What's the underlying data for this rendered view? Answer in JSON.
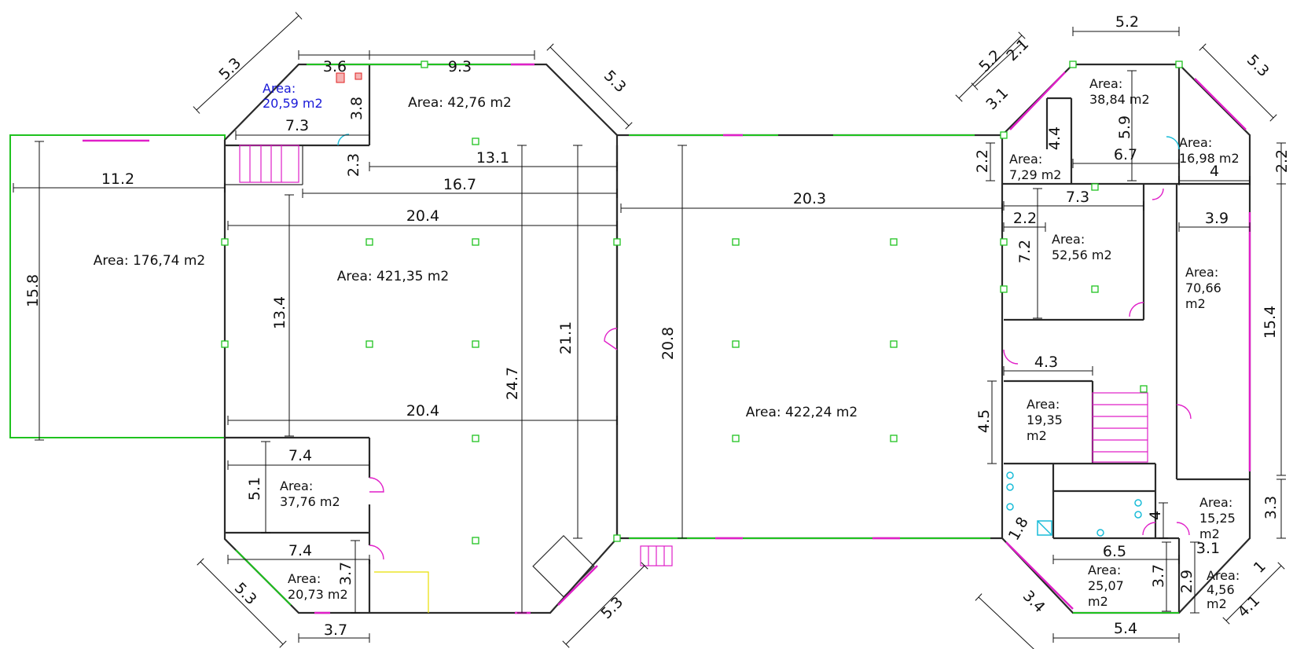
{
  "rooms": [
    {
      "id": "lobby_left",
      "lines": [
        "Area: 176,74 m2"
      ]
    },
    {
      "id": "hall_left",
      "lines": [
        "Area: 421,35 m2"
      ]
    },
    {
      "id": "hall_right",
      "lines": [
        "Area: 422,24 m2"
      ]
    },
    {
      "id": "top_office",
      "lines": [
        "Area: 42,76 m2"
      ]
    },
    {
      "id": "top_small",
      "lines": [
        "Area:",
        "20,59 m2"
      ],
      "color": "#1a1ad8"
    },
    {
      "id": "left_room",
      "lines": [
        "Area:",
        "37,76 m2"
      ]
    },
    {
      "id": "bottom_left",
      "lines": [
        "Area:",
        "20,73 m2"
      ]
    },
    {
      "id": "right_top",
      "lines": [
        "Area:",
        "38,84 m2"
      ]
    },
    {
      "id": "right_corner",
      "lines": [
        "Area:",
        "16,98 m2"
      ]
    },
    {
      "id": "right_tiny",
      "lines": [
        "Area:",
        "7,29 m2"
      ]
    },
    {
      "id": "right_mid",
      "lines": [
        "Area:",
        "52,56 m2"
      ]
    },
    {
      "id": "right_long",
      "lines": [
        "Area:",
        "70,66",
        "m2"
      ]
    },
    {
      "id": "right_stair",
      "lines": [
        "Area:",
        "19,35",
        "m2"
      ]
    },
    {
      "id": "right_lower",
      "lines": [
        "Area:",
        "15,25",
        "m2"
      ]
    },
    {
      "id": "right_bottom",
      "lines": [
        "Area:",
        "25,07",
        "m2"
      ]
    },
    {
      "id": "right_bottom_small",
      "lines": [
        "Area:",
        "4,56",
        "m2"
      ]
    }
  ],
  "dimensions": {
    "d_3_6": "3.6",
    "d_9_3": "9.3",
    "d_5_3_tl": "5.3",
    "d_5_3_tr": "5.3",
    "d_7_3": "7.3",
    "d_3_8": "3.8",
    "d_2_3": "2.3",
    "d_13_1": "13.1",
    "d_16_7": "16.7",
    "d_11_2": "11.2",
    "d_15_8": "15.8",
    "d_20_4_top": "20.4",
    "d_13_4": "13.4",
    "d_24_7": "24.7",
    "d_21_1": "21.1",
    "d_20_8": "20.8",
    "d_20_3": "20.3",
    "d_20_4_bot": "20.4",
    "d_7_4_a": "7.4",
    "d_5_1": "5.1",
    "d_7_4_b": "7.4",
    "d_3_7_l": "3.7",
    "d_5_3_bl": "5.3",
    "d_3_7_b": "3.7",
    "d_5_3_bc": "5.3",
    "d_5_2": "5.2",
    "d_5_2_r": "5.2",
    "d_2_1": "2.1",
    "d_3_1": "3.1",
    "d_5_3_rr": "5.3",
    "d_5_9": "5.9",
    "d_4_4": "4.4",
    "d_6_7": "6.7",
    "d_2_2_a": "2.2",
    "d_4": "4",
    "d_2_2_b": "2.2",
    "d_7_3_r": "7.3",
    "d_2_2_c": "2.2",
    "d_7_2": "7.2",
    "d_3_9": "3.9",
    "d_15_4": "15.4",
    "d_4_3": "4.3",
    "d_4_5": "4.5",
    "d_3_3": "3.3",
    "d_4_r": "4",
    "d_1_8": "1.8",
    "d_6_5": "6.5",
    "d_3_7_r": "3.7",
    "d_3_1_b": "3.1",
    "d_1": "1",
    "d_2_9": "2.9",
    "d_3_4": "3.4",
    "d_5_4": "5.4",
    "d_4_1": "4.1"
  },
  "colors": {
    "wall": "#2a2a2a",
    "window": "#1fc21f",
    "opening": "#e01fc8",
    "fixture": "#19bcd8",
    "text": "#111111",
    "highlight": "#1a1ad8"
  }
}
